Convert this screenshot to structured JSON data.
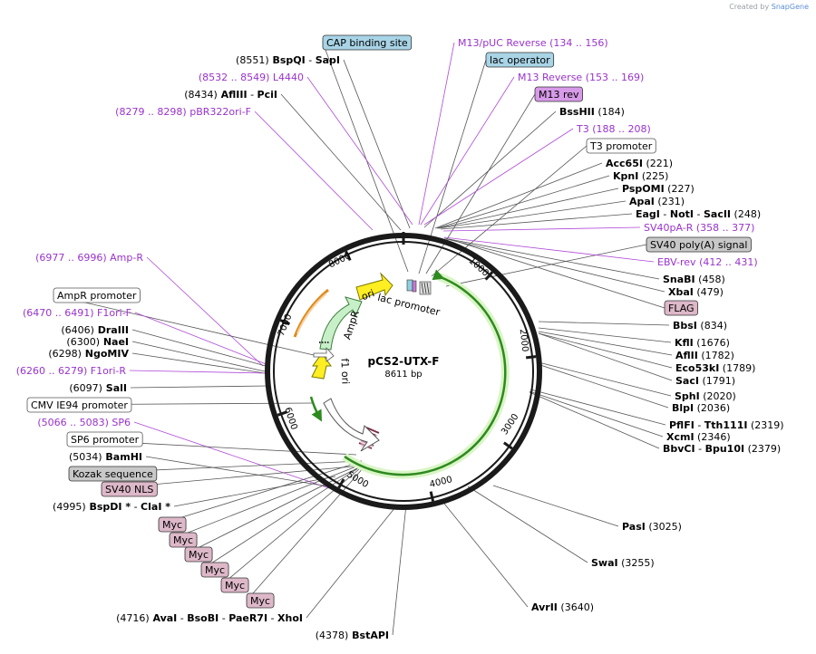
{
  "credit": {
    "prefix": "Created by",
    "brand": "SnapGene"
  },
  "center": {
    "name": "pCS2-UTX-F",
    "length": "8611 bp"
  },
  "colors": {
    "site": "#000000",
    "primer": "#9933cc",
    "blue_box": "#a8d4e6",
    "gray_box": "#c8c8c8",
    "pink_box": "#ddb8c8",
    "purple_box": "#d79ae8"
  },
  "ticks": [
    "1000",
    "2000",
    "3000",
    "4000",
    "5000",
    "6000",
    "7000",
    "8000"
  ],
  "features": [
    {
      "label": "AmpR"
    },
    {
      "label": "f1 ori"
    },
    {
      "label": "ori"
    },
    {
      "label": "lac promoter"
    }
  ],
  "labels": [
    {
      "parts": [
        {
          "t": "CAP binding site",
          "c": "k"
        }
      ],
      "box": "blue"
    },
    {
      "parts": [
        {
          "t": "M13/pUC Reverse",
          "c": "p"
        },
        {
          "t": "   (134 .. 156)",
          "c": "p"
        }
      ]
    },
    {
      "parts": [
        {
          "t": "(8551)",
          "c": "k"
        },
        {
          "t": "  BspQI",
          "c": "kb"
        },
        {
          "t": "  - ",
          "c": "k"
        },
        {
          "t": "SapI",
          "c": "kb"
        }
      ]
    },
    {
      "parts": [
        {
          "t": "lac operator",
          "c": "k"
        }
      ],
      "box": "blue"
    },
    {
      "parts": [
        {
          "t": "(8532 .. 8549)",
          "c": "p"
        },
        {
          "t": "  L4440",
          "c": "p"
        }
      ]
    },
    {
      "parts": [
        {
          "t": "M13 Reverse",
          "c": "p"
        },
        {
          "t": "   (153 .. 169)",
          "c": "p"
        }
      ]
    },
    {
      "parts": [
        {
          "t": "(8434)",
          "c": "k"
        },
        {
          "t": "  AflIII",
          "c": "kb"
        },
        {
          "t": "  - ",
          "c": "k"
        },
        {
          "t": "PciI",
          "c": "kb"
        }
      ]
    },
    {
      "parts": [
        {
          "t": "M13 rev",
          "c": "k"
        }
      ],
      "box": "purple"
    },
    {
      "parts": [
        {
          "t": "(8279 .. 8298)",
          "c": "p"
        },
        {
          "t": "  pBR322ori-F",
          "c": "p"
        }
      ]
    },
    {
      "parts": [
        {
          "t": "BssHII",
          "c": "kb"
        },
        {
          "t": "   (184)",
          "c": "k"
        }
      ]
    },
    {
      "parts": [
        {
          "t": "T3",
          "c": "p"
        },
        {
          "t": "   (188 .. 208)",
          "c": "p"
        }
      ]
    },
    {
      "parts": [
        {
          "t": "T3 promoter",
          "c": "k"
        }
      ],
      "box": "white"
    },
    {
      "parts": [
        {
          "t": "Acc65I",
          "c": "kb"
        },
        {
          "t": "   (221)",
          "c": "k"
        }
      ]
    },
    {
      "parts": [
        {
          "t": "KpnI",
          "c": "kb"
        },
        {
          "t": "   (225)",
          "c": "k"
        }
      ]
    },
    {
      "parts": [
        {
          "t": "PspOMI",
          "c": "kb"
        },
        {
          "t": "   (227)",
          "c": "k"
        }
      ]
    },
    {
      "parts": [
        {
          "t": "ApaI",
          "c": "kb"
        },
        {
          "t": "   (231)",
          "c": "k"
        }
      ]
    },
    {
      "parts": [
        {
          "t": "EagI",
          "c": "kb"
        },
        {
          "t": "  - ",
          "c": "k"
        },
        {
          "t": "NotI",
          "c": "kb"
        },
        {
          "t": "  - ",
          "c": "k"
        },
        {
          "t": "SacII",
          "c": "kb"
        },
        {
          "t": "   (248)",
          "c": "k"
        }
      ]
    },
    {
      "parts": [
        {
          "t": "SV40pA-R",
          "c": "p"
        },
        {
          "t": "   (358 .. 377)",
          "c": "p"
        }
      ]
    },
    {
      "parts": [
        {
          "t": "SV40 poly(A) signal",
          "c": "k"
        }
      ],
      "box": "gray"
    },
    {
      "parts": [
        {
          "t": "(6977 .. 6996)",
          "c": "p"
        },
        {
          "t": "  Amp-R",
          "c": "p"
        }
      ]
    },
    {
      "parts": [
        {
          "t": "EBV-rev",
          "c": "p"
        },
        {
          "t": "   (412 .. 431)",
          "c": "p"
        }
      ]
    },
    {
      "parts": [
        {
          "t": "SnaBI",
          "c": "kb"
        },
        {
          "t": "   (458)",
          "c": "k"
        }
      ]
    },
    {
      "parts": [
        {
          "t": "XbaI",
          "c": "kb"
        },
        {
          "t": "   (479)",
          "c": "k"
        }
      ]
    },
    {
      "parts": [
        {
          "t": "AmpR promoter",
          "c": "k"
        }
      ],
      "box": "white"
    },
    {
      "parts": [
        {
          "t": "FLAG",
          "c": "k"
        }
      ],
      "box": "pink"
    },
    {
      "parts": [
        {
          "t": "(6470 .. 6491)",
          "c": "p"
        },
        {
          "t": "  F1ori-F",
          "c": "p"
        }
      ]
    },
    {
      "parts": [
        {
          "t": "BbsI",
          "c": "kb"
        },
        {
          "t": "   (834)",
          "c": "k"
        }
      ]
    },
    {
      "parts": [
        {
          "t": "(6406)",
          "c": "k"
        },
        {
          "t": "  DraIII",
          "c": "kb"
        }
      ]
    },
    {
      "parts": [
        {
          "t": "(6300)",
          "c": "k"
        },
        {
          "t": "  NaeI",
          "c": "kb"
        }
      ]
    },
    {
      "parts": [
        {
          "t": "KflI",
          "c": "kb"
        },
        {
          "t": "   (1676)",
          "c": "k"
        }
      ]
    },
    {
      "parts": [
        {
          "t": "(6298)",
          "c": "k"
        },
        {
          "t": "  NgoMIV",
          "c": "kb"
        }
      ]
    },
    {
      "parts": [
        {
          "t": "AflII",
          "c": "kb"
        },
        {
          "t": "   (1782)",
          "c": "k"
        }
      ]
    },
    {
      "parts": [
        {
          "t": "Eco53kI",
          "c": "kb"
        },
        {
          "t": "   (1789)",
          "c": "k"
        }
      ]
    },
    {
      "parts": [
        {
          "t": "(6260 .. 6279)",
          "c": "p"
        },
        {
          "t": "  F1ori-R",
          "c": "p"
        }
      ]
    },
    {
      "parts": [
        {
          "t": "SacI",
          "c": "kb"
        },
        {
          "t": "   (1791)",
          "c": "k"
        }
      ]
    },
    {
      "parts": [
        {
          "t": "(6097)",
          "c": "k"
        },
        {
          "t": "  SalI",
          "c": "kb"
        }
      ]
    },
    {
      "parts": [
        {
          "t": "SphI",
          "c": "kb"
        },
        {
          "t": "   (2020)",
          "c": "k"
        }
      ]
    },
    {
      "parts": [
        {
          "t": "CMV IE94 promoter",
          "c": "k"
        }
      ],
      "box": "white"
    },
    {
      "parts": [
        {
          "t": "BlpI",
          "c": "kb"
        },
        {
          "t": "   (2036)",
          "c": "k"
        }
      ]
    },
    {
      "parts": [
        {
          "t": "(5066 .. 5083)",
          "c": "p"
        },
        {
          "t": "  SP6",
          "c": "p"
        }
      ]
    },
    {
      "parts": [
        {
          "t": "PflFI",
          "c": "kb"
        },
        {
          "t": "  - ",
          "c": "k"
        },
        {
          "t": "Tth111I",
          "c": "kb"
        },
        {
          "t": "   (2319)",
          "c": "k"
        }
      ]
    },
    {
      "parts": [
        {
          "t": "XcmI",
          "c": "kb"
        },
        {
          "t": "   (2346)",
          "c": "k"
        }
      ]
    },
    {
      "parts": [
        {
          "t": "SP6 promoter",
          "c": "k"
        }
      ],
      "box": "white"
    },
    {
      "parts": [
        {
          "t": "BbvCI",
          "c": "kb"
        },
        {
          "t": "  - ",
          "c": "k"
        },
        {
          "t": "Bpu10I",
          "c": "kb"
        },
        {
          "t": "   (2379)",
          "c": "k"
        }
      ]
    },
    {
      "parts": [
        {
          "t": "(5034)",
          "c": "k"
        },
        {
          "t": "  BamHI",
          "c": "kb"
        }
      ]
    },
    {
      "parts": [
        {
          "t": "Kozak sequence",
          "c": "k"
        }
      ],
      "box": "gray"
    },
    {
      "parts": [
        {
          "t": "SV40 NLS",
          "c": "k"
        }
      ],
      "box": "pink"
    },
    {
      "parts": [
        {
          "t": "(4995)",
          "c": "k"
        },
        {
          "t": "  BspDI *",
          "c": "kb"
        },
        {
          "t": "  - ",
          "c": "k"
        },
        {
          "t": "ClaI *",
          "c": "kb"
        }
      ]
    },
    {
      "parts": [
        {
          "t": "PasI",
          "c": "kb"
        },
        {
          "t": "   (3025)",
          "c": "k"
        }
      ]
    },
    {
      "parts": [
        {
          "t": "Myc",
          "c": "k"
        }
      ],
      "box": "pink"
    },
    {
      "parts": [
        {
          "t": "Myc",
          "c": "k"
        }
      ],
      "box": "pink"
    },
    {
      "parts": [
        {
          "t": "Myc",
          "c": "k"
        }
      ],
      "box": "pink"
    },
    {
      "parts": [
        {
          "t": "SwaI",
          "c": "kb"
        },
        {
          "t": "   (3255)",
          "c": "k"
        }
      ]
    },
    {
      "parts": [
        {
          "t": "Myc",
          "c": "k"
        }
      ],
      "box": "pink"
    },
    {
      "parts": [
        {
          "t": "Myc",
          "c": "k"
        }
      ],
      "box": "pink"
    },
    {
      "parts": [
        {
          "t": "Myc",
          "c": "k"
        }
      ],
      "box": "pink"
    },
    {
      "parts": [
        {
          "t": "AvrII",
          "c": "kb"
        },
        {
          "t": "   (3640)",
          "c": "k"
        }
      ]
    },
    {
      "parts": [
        {
          "t": "(4716)",
          "c": "k"
        },
        {
          "t": "  AvaI",
          "c": "kb"
        },
        {
          "t": "  - ",
          "c": "k"
        },
        {
          "t": "BsoBI",
          "c": "kb"
        },
        {
          "t": "  - ",
          "c": "k"
        },
        {
          "t": "PaeR7I",
          "c": "kb"
        },
        {
          "t": "  - ",
          "c": "k"
        },
        {
          "t": "XhoI",
          "c": "kb"
        }
      ]
    },
    {
      "parts": [
        {
          "t": "(4378)",
          "c": "k"
        },
        {
          "t": "  BstAPI",
          "c": "kb"
        }
      ]
    }
  ]
}
